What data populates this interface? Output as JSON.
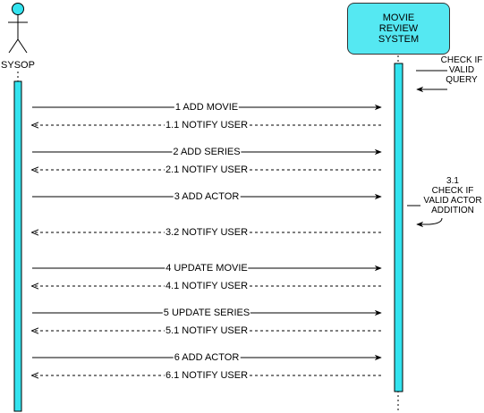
{
  "actor": {
    "name": "SYSOP"
  },
  "system": {
    "lines": [
      "MOVIE",
      "REVIEW",
      "SYSTEM"
    ]
  },
  "self_notes": [
    {
      "lines": [
        "CHECK IF",
        "VALID",
        "QUERY"
      ]
    },
    {
      "lines": [
        "3.1",
        "CHECK IF",
        "VALID ACTOR",
        "ADDITION"
      ]
    }
  ],
  "messages": [
    {
      "label": "1 ADD MOVIE",
      "kind": "call"
    },
    {
      "label": "1.1 NOTIFY USER",
      "kind": "return"
    },
    {
      "label": "2 ADD SERIES",
      "kind": "call"
    },
    {
      "label": "2.1 NOTIFY USER",
      "kind": "return"
    },
    {
      "label": "3 ADD ACTOR",
      "kind": "call"
    },
    {
      "label": "3.2 NOTIFY USER",
      "kind": "return"
    },
    {
      "label": "4 UPDATE MOVIE",
      "kind": "call"
    },
    {
      "label": "4.1 NOTIFY USER",
      "kind": "return"
    },
    {
      "label": "5 UPDATE SERIES",
      "kind": "call"
    },
    {
      "label": "5.1 NOTIFY USER",
      "kind": "return"
    },
    {
      "label": "6 ADD ACTOR",
      "kind": "call"
    },
    {
      "label": "6.1 NOTIFY USER",
      "kind": "return"
    }
  ],
  "colors": {
    "activation": "#33e3ef",
    "system_box": "#55e8f2",
    "line": "#000000"
  }
}
